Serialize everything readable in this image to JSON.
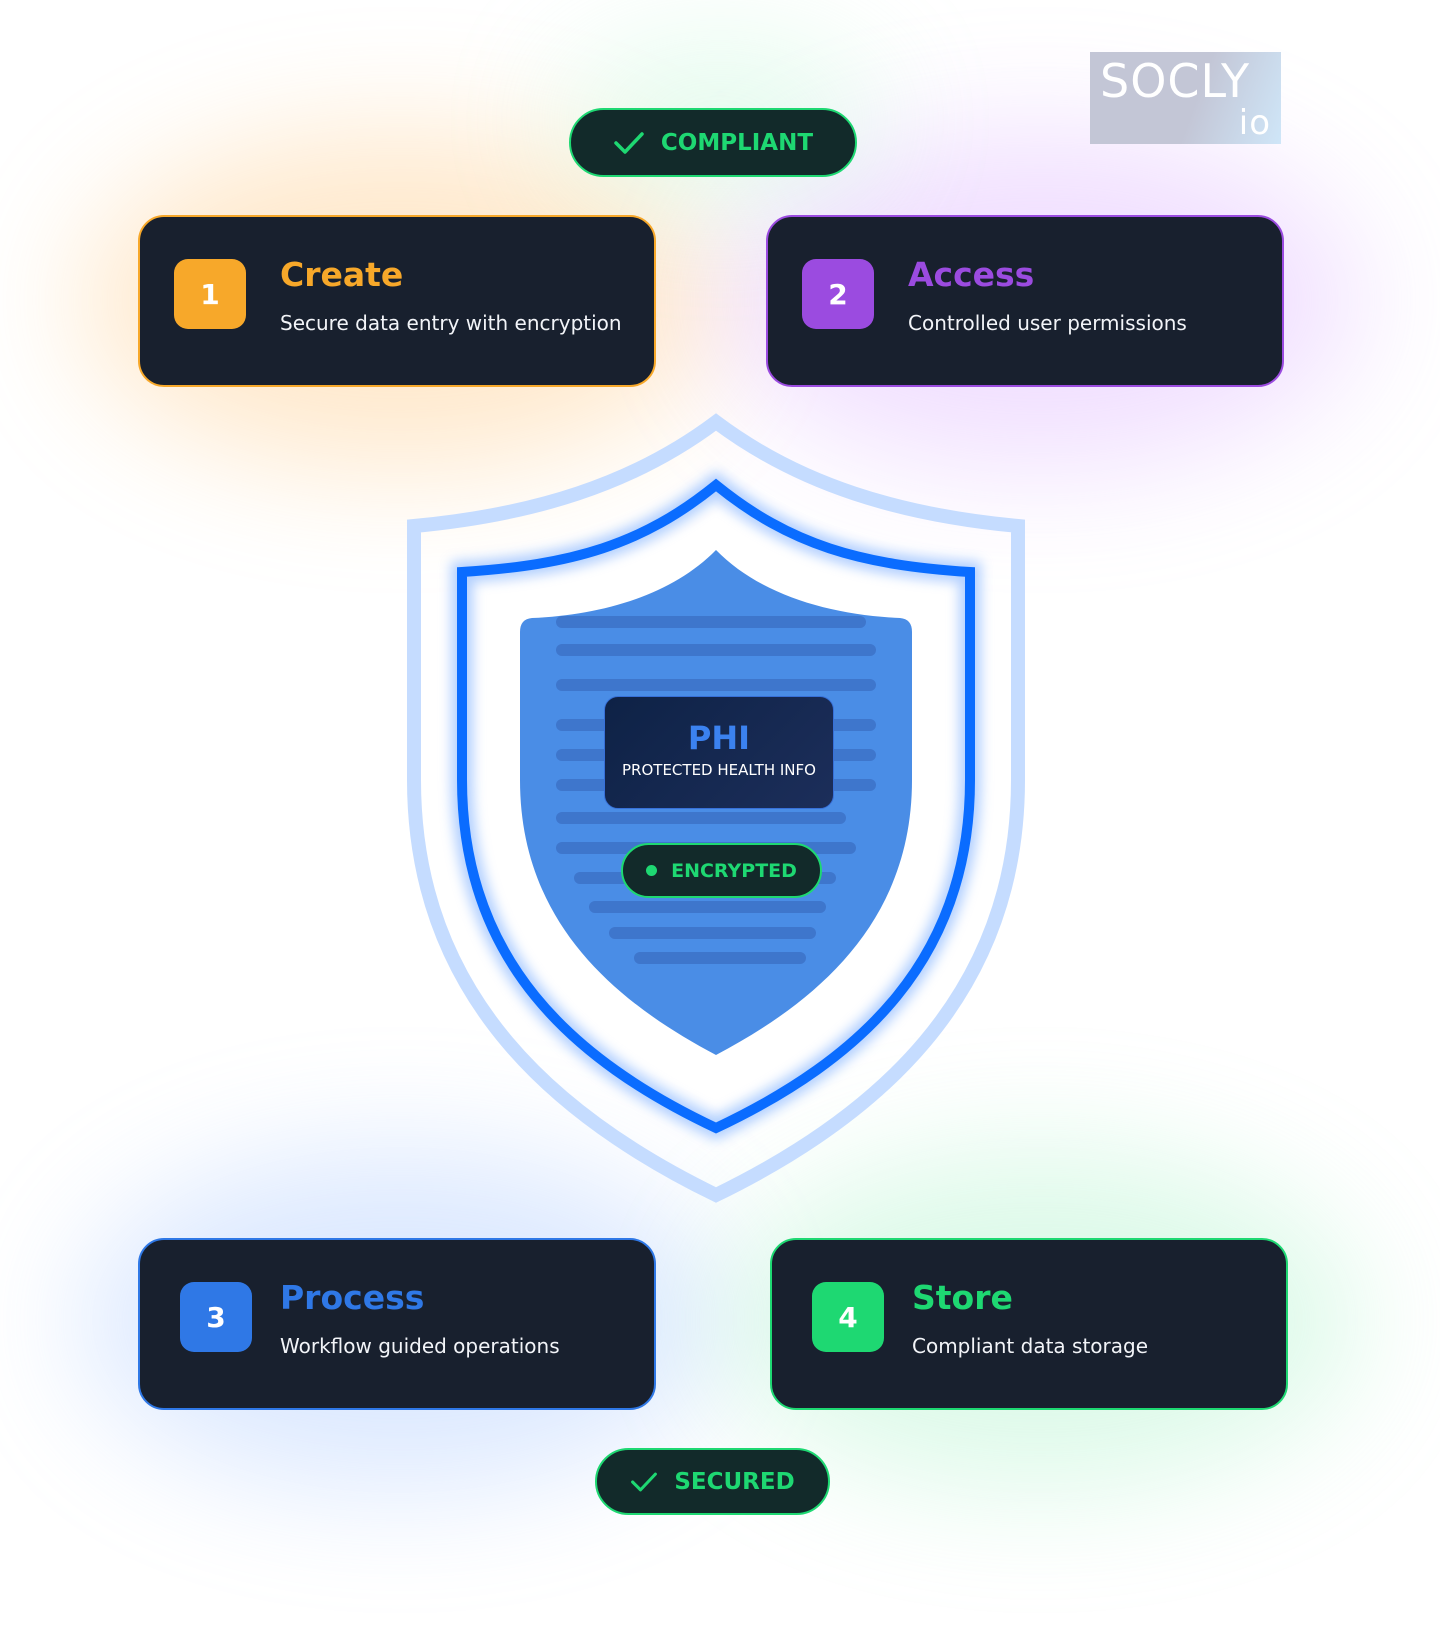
{
  "logo": {
    "text": "SOCLY",
    "suffix": "io"
  },
  "badges": {
    "top": "COMPLIANT",
    "bottom": "SECURED",
    "center": "ENCRYPTED"
  },
  "phi": {
    "title": "PHI",
    "subtitle": "PROTECTED HEALTH INFO"
  },
  "steps": [
    {
      "number": "1",
      "title": "Create",
      "description": "Secure data entry with encryption",
      "color": "#f7a82a"
    },
    {
      "number": "2",
      "title": "Access",
      "description": "Controlled user permissions",
      "color": "#9b4be0"
    },
    {
      "number": "3",
      "title": "Process",
      "description": "Workflow guided operations",
      "color": "#2f78e6"
    },
    {
      "number": "4",
      "title": "Store",
      "description": "Compliant data storage",
      "color": "#1ed872"
    }
  ]
}
